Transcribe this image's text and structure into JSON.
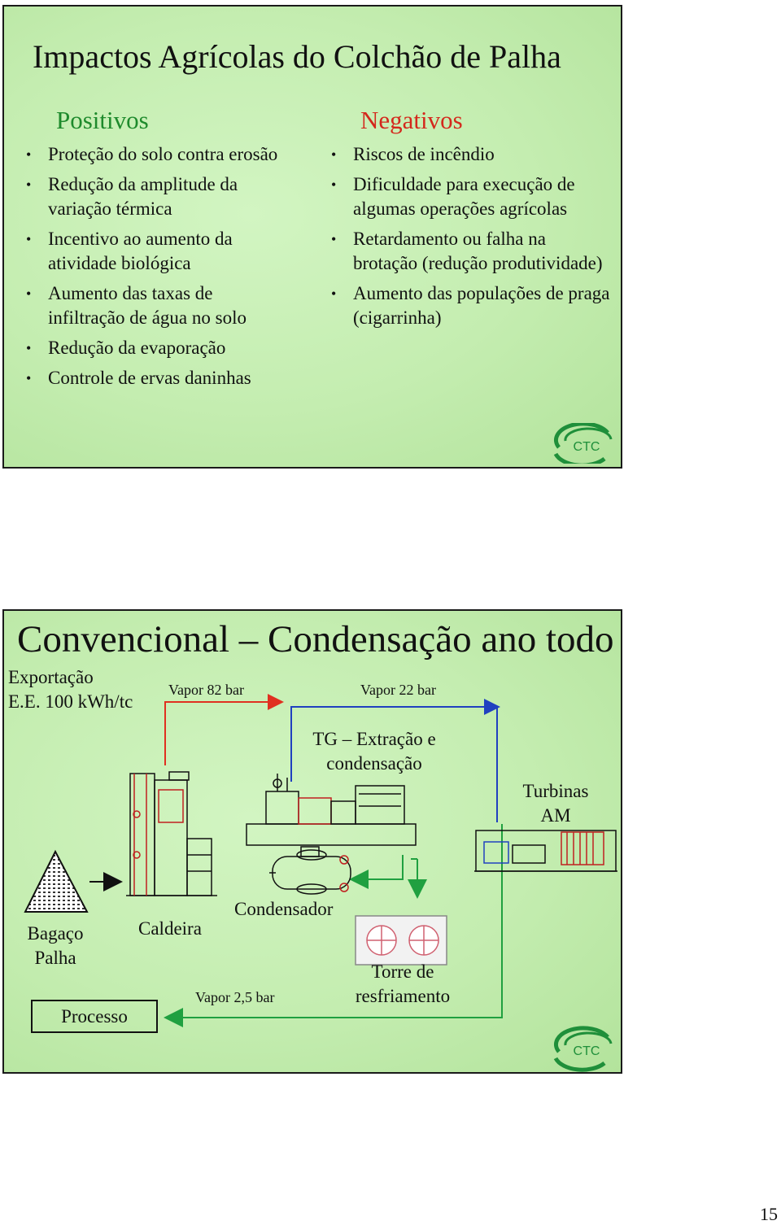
{
  "slide1": {
    "title": "Impactos Agrícolas do Colchão de Palha",
    "positive_heading": "Positivos",
    "positive_items": [
      "Proteção do solo contra erosão",
      "Redução da amplitude da variação térmica",
      "Incentivo ao aumento da atividade biológica",
      "Aumento das taxas de infiltração de água no solo",
      "Redução da evaporação",
      "Controle de ervas daninhas"
    ],
    "negative_heading": "Negativos",
    "negative_items": [
      "Riscos de incêndio",
      "Dificuldade para execução de algumas operações agrícolas",
      "Retardamento ou falha na brotação (redução produtividade)",
      "Aumento das populações de praga (cigarrinha)"
    ],
    "logo_text": "CTC"
  },
  "slide2": {
    "title": "Convencional – Condensação ano todo",
    "export_line1": "Exportação",
    "export_line2": "E.E. 100 kWh/tc",
    "steam_82": "Vapor 82 bar",
    "steam_22": "Vapor 22 bar",
    "tg_line1": "TG – Extração e",
    "tg_line2": "condensação",
    "turbines_line1": "Turbinas",
    "turbines_line2": "AM",
    "fuel_line1": "Bagaço",
    "fuel_line2": "Palha",
    "boiler": "Caldeira",
    "condenser": "Condensador",
    "steam_25": "Vapor 2,5 bar",
    "tower_line1": "Torre de",
    "tower_line2": "resfriamento",
    "process": "Processo",
    "logo_text": "CTC"
  },
  "colors": {
    "slide_bg": "#c4edb0",
    "positive": "#1e8a2c",
    "negative": "#d4281c",
    "steam_82_line": "#e03020",
    "steam_22_line": "#2040c0",
    "return_line": "#20a040"
  },
  "page_number": "15"
}
